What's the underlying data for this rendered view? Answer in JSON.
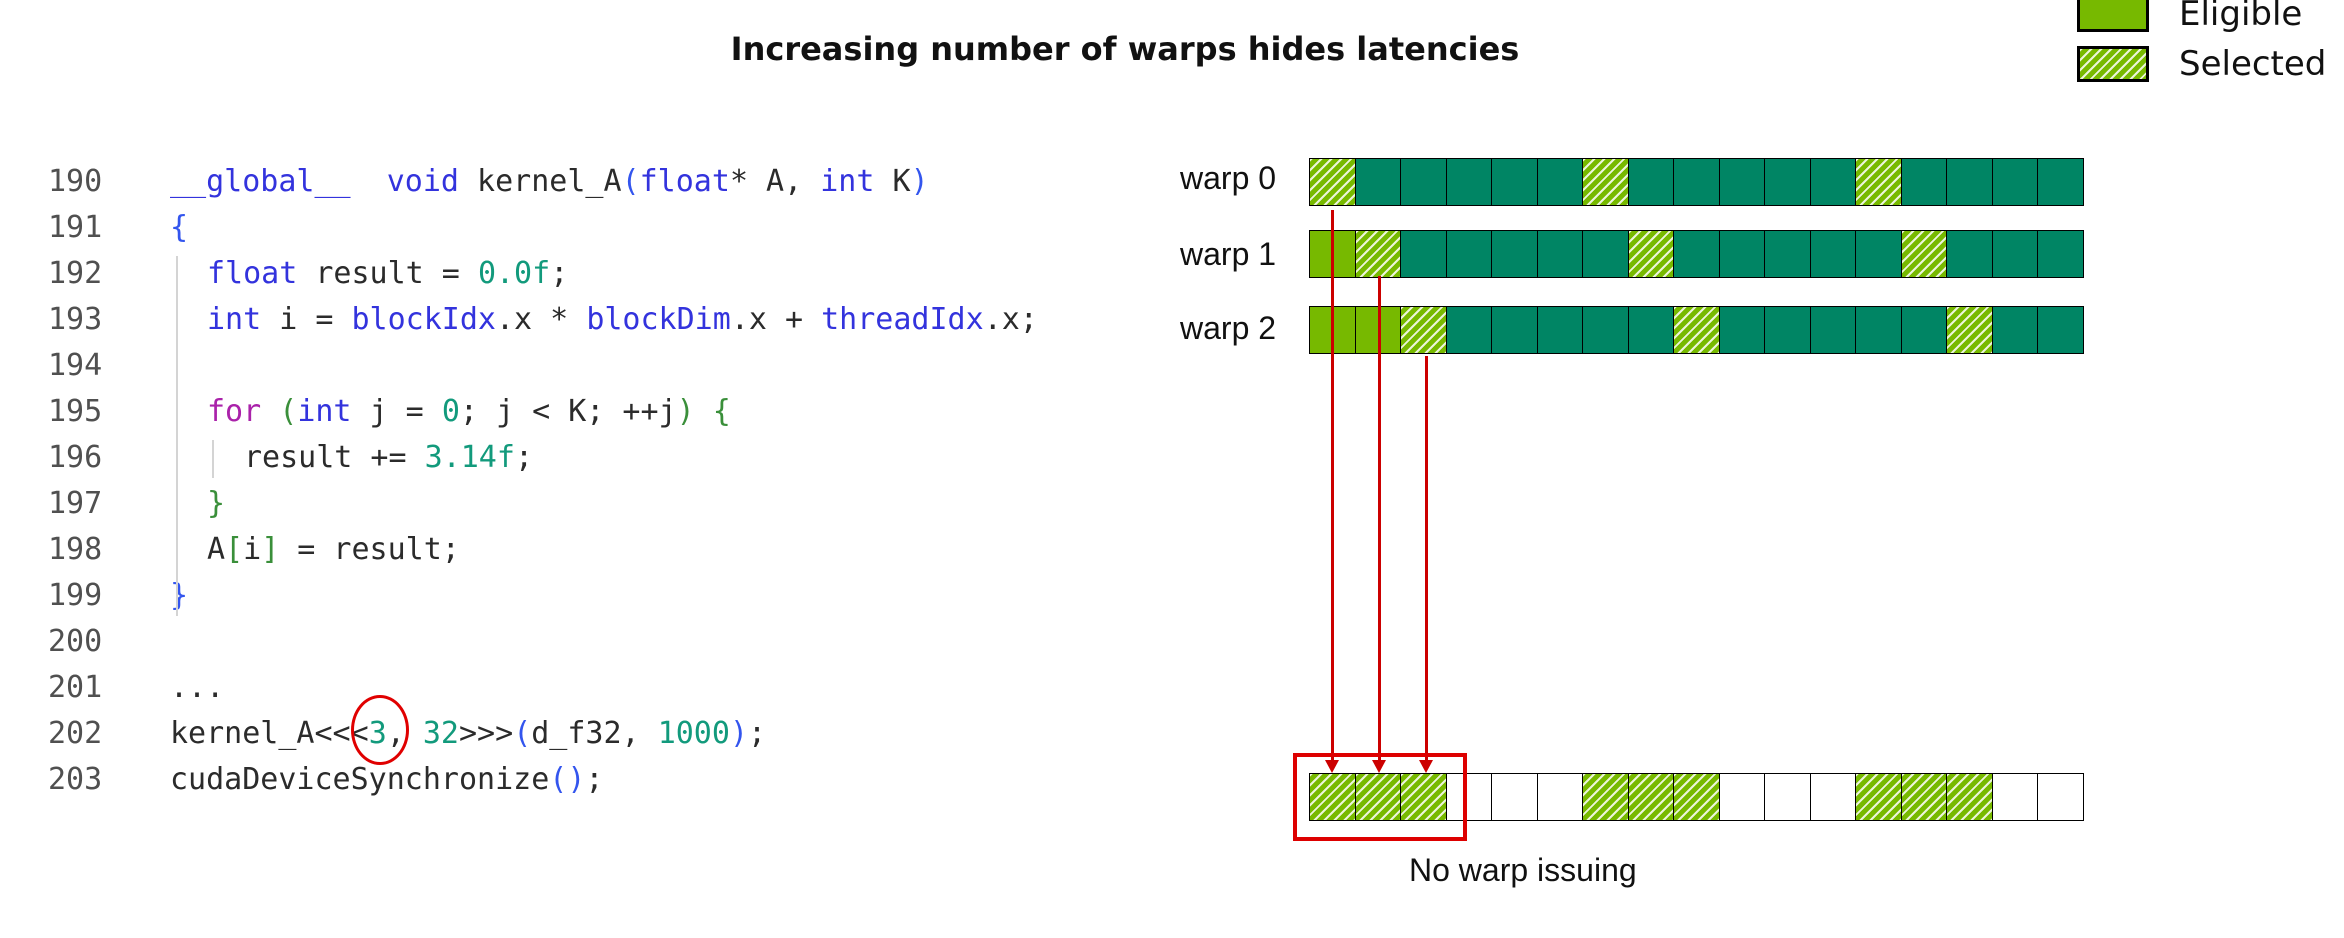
{
  "title": "Increasing number of warps hides latencies",
  "legend": [
    {
      "label": "Eligible",
      "state": "eligible"
    },
    {
      "label": "Selected",
      "state": "selected"
    }
  ],
  "colors": {
    "stalled": "#008564",
    "eligible": "#77b900",
    "arrow": "#cc0000",
    "highlight": "#dd0000"
  },
  "code": [
    {
      "n": "190",
      "indent": 0,
      "tokens": [
        [
          "kw",
          "__global__"
        ],
        [
          "",
          "  "
        ],
        [
          "kw",
          "void"
        ],
        [
          "",
          " kernel_A"
        ],
        [
          "brc",
          "("
        ],
        [
          "kw",
          "float"
        ],
        [
          "",
          "* A, "
        ],
        [
          "kw",
          "int"
        ],
        [
          "",
          " K"
        ],
        [
          "brc",
          ")"
        ]
      ]
    },
    {
      "n": "191",
      "indent": 0,
      "tokens": [
        [
          "brc",
          "{"
        ]
      ]
    },
    {
      "n": "192",
      "indent": 1,
      "tokens": [
        [
          "kw",
          "float"
        ],
        [
          "",
          " result = "
        ],
        [
          "num",
          "0.0f"
        ],
        [
          "",
          ";"
        ]
      ]
    },
    {
      "n": "193",
      "indent": 1,
      "tokens": [
        [
          "kw",
          "int"
        ],
        [
          "",
          " i = "
        ],
        [
          "kw",
          "blockIdx"
        ],
        [
          "",
          ".x * "
        ],
        [
          "kw",
          "blockDim"
        ],
        [
          "",
          ".x + "
        ],
        [
          "kw",
          "threadIdx"
        ],
        [
          "",
          ".x;"
        ]
      ]
    },
    {
      "n": "194",
      "indent": 1,
      "tokens": []
    },
    {
      "n": "195",
      "indent": 1,
      "tokens": [
        [
          "ctl",
          "for"
        ],
        [
          "",
          " "
        ],
        [
          "grn",
          "("
        ],
        [
          "kw",
          "int"
        ],
        [
          "",
          " j = "
        ],
        [
          "num",
          "0"
        ],
        [
          "",
          "; j < K; ++j"
        ],
        [
          "grn",
          ")"
        ],
        [
          "",
          " "
        ],
        [
          "grn",
          "{"
        ]
      ]
    },
    {
      "n": "196",
      "indent": 2,
      "tokens": [
        [
          "",
          "result += "
        ],
        [
          "num",
          "3.14f"
        ],
        [
          "",
          ";"
        ]
      ]
    },
    {
      "n": "197",
      "indent": 1,
      "tokens": [
        [
          "grn",
          "}"
        ]
      ]
    },
    {
      "n": "198",
      "indent": 1,
      "tokens": [
        [
          "",
          "A"
        ],
        [
          "grn",
          "["
        ],
        [
          "",
          "i"
        ],
        [
          "grn",
          "]"
        ],
        [
          "",
          " = result;"
        ]
      ]
    },
    {
      "n": "199",
      "indent": 0,
      "tokens": [
        [
          "brc",
          "}"
        ]
      ]
    },
    {
      "n": "200",
      "indent": 0,
      "tokens": []
    },
    {
      "n": "201",
      "indent": 0,
      "tokens": [
        [
          "",
          "..."
        ]
      ]
    },
    {
      "n": "202",
      "indent": 0,
      "tokens": [
        [
          "",
          "kernel_A<<<"
        ],
        [
          "num",
          "3"
        ],
        [
          "",
          ", "
        ],
        [
          "num",
          "32"
        ],
        [
          "",
          ">>>"
        ],
        [
          "brc",
          "("
        ],
        [
          "",
          "d_f32, "
        ],
        [
          "num",
          "1000"
        ],
        [
          "brc",
          ")"
        ],
        [
          "",
          ";"
        ]
      ]
    },
    {
      "n": "203",
      "indent": 0,
      "tokens": [
        [
          "",
          "cudaDeviceSynchronize"
        ],
        [
          "brc",
          "()"
        ],
        [
          "",
          ";"
        ]
      ]
    }
  ],
  "warps": [
    {
      "label": "warp 0",
      "cells": [
        "S",
        "T",
        "T",
        "T",
        "T",
        "T",
        "S",
        "T",
        "T",
        "T",
        "T",
        "T",
        "S",
        "T",
        "T",
        "T",
        "T"
      ]
    },
    {
      "label": "warp 1",
      "cells": [
        "E",
        "S",
        "T",
        "T",
        "T",
        "T",
        "T",
        "S",
        "T",
        "T",
        "T",
        "T",
        "T",
        "S",
        "T",
        "T",
        "T"
      ]
    },
    {
      "label": "warp 2",
      "cells": [
        "E",
        "E",
        "S",
        "T",
        "T",
        "T",
        "T",
        "T",
        "S",
        "T",
        "T",
        "T",
        "T",
        "T",
        "S",
        "T",
        "T"
      ]
    }
  ],
  "issue_track": {
    "cells": [
      "S",
      "S",
      "S",
      "W",
      "W",
      "W",
      "S",
      "S",
      "S",
      "W",
      "W",
      "W",
      "S",
      "S",
      "S",
      "W",
      "W"
    ]
  },
  "issue_caption": "No warp issuing"
}
